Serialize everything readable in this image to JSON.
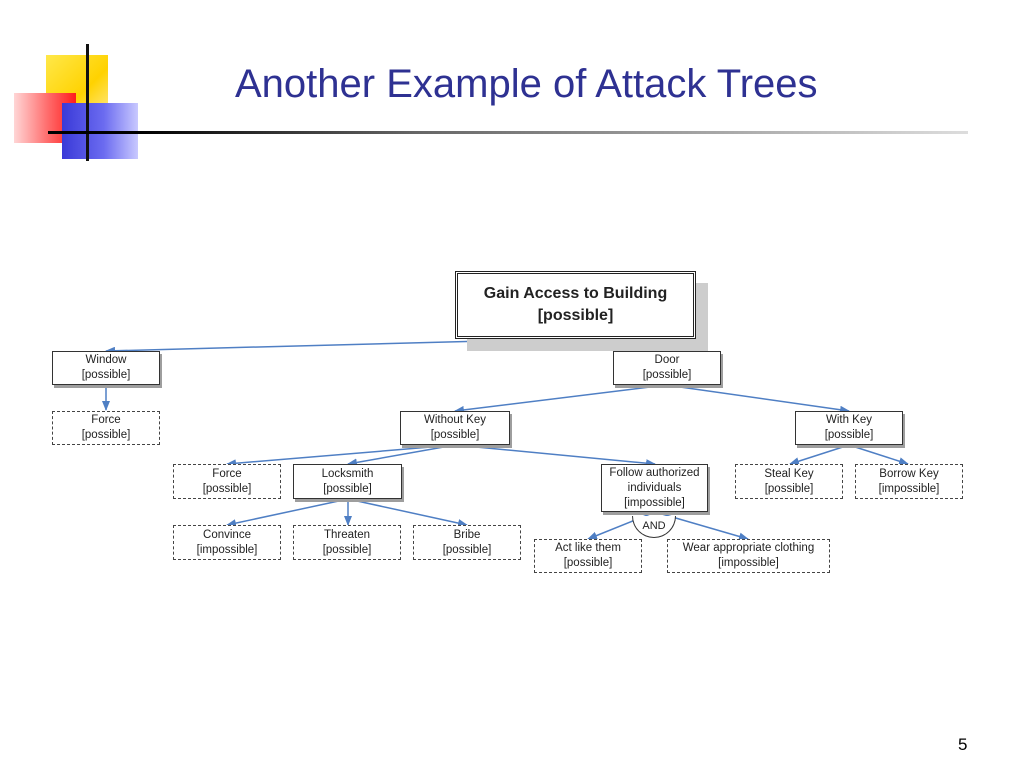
{
  "slide": {
    "title": "Another Example of Attack Trees",
    "page_number": "5"
  },
  "diagram": {
    "root": {
      "title": "Gain Access to Building",
      "status": "[possible]"
    },
    "nodes": {
      "window": {
        "title": "Window",
        "status": "[possible]"
      },
      "window_force": {
        "title": "Force",
        "status": "[possible]"
      },
      "door": {
        "title": "Door",
        "status": "[possible]"
      },
      "without_key": {
        "title": "Without Key",
        "status": "[possible]"
      },
      "with_key": {
        "title": "With Key",
        "status": "[possible]"
      },
      "door_force": {
        "title": "Force",
        "status": "[possible]"
      },
      "locksmith": {
        "title": "Locksmith",
        "status": "[possible]"
      },
      "follow": {
        "line1": "Follow authorized",
        "line2": "individuals",
        "status": "[impossible]"
      },
      "steal_key": {
        "title": "Steal Key",
        "status": "[possible]"
      },
      "borrow_key": {
        "title": "Borrow Key",
        "status": "[impossible]"
      },
      "convince": {
        "title": "Convince",
        "status": "[impossible]"
      },
      "threaten": {
        "title": "Threaten",
        "status": "[possible]"
      },
      "bribe": {
        "title": "Bribe",
        "status": "[possible]"
      },
      "act_like": {
        "title": "Act like them",
        "status": "[possible]"
      },
      "wear_clothing": {
        "title": "Wear appropriate clothing",
        "status": "[impossible]"
      }
    },
    "and_gate_label": "AND",
    "edge_color": "#4f7fc4"
  }
}
